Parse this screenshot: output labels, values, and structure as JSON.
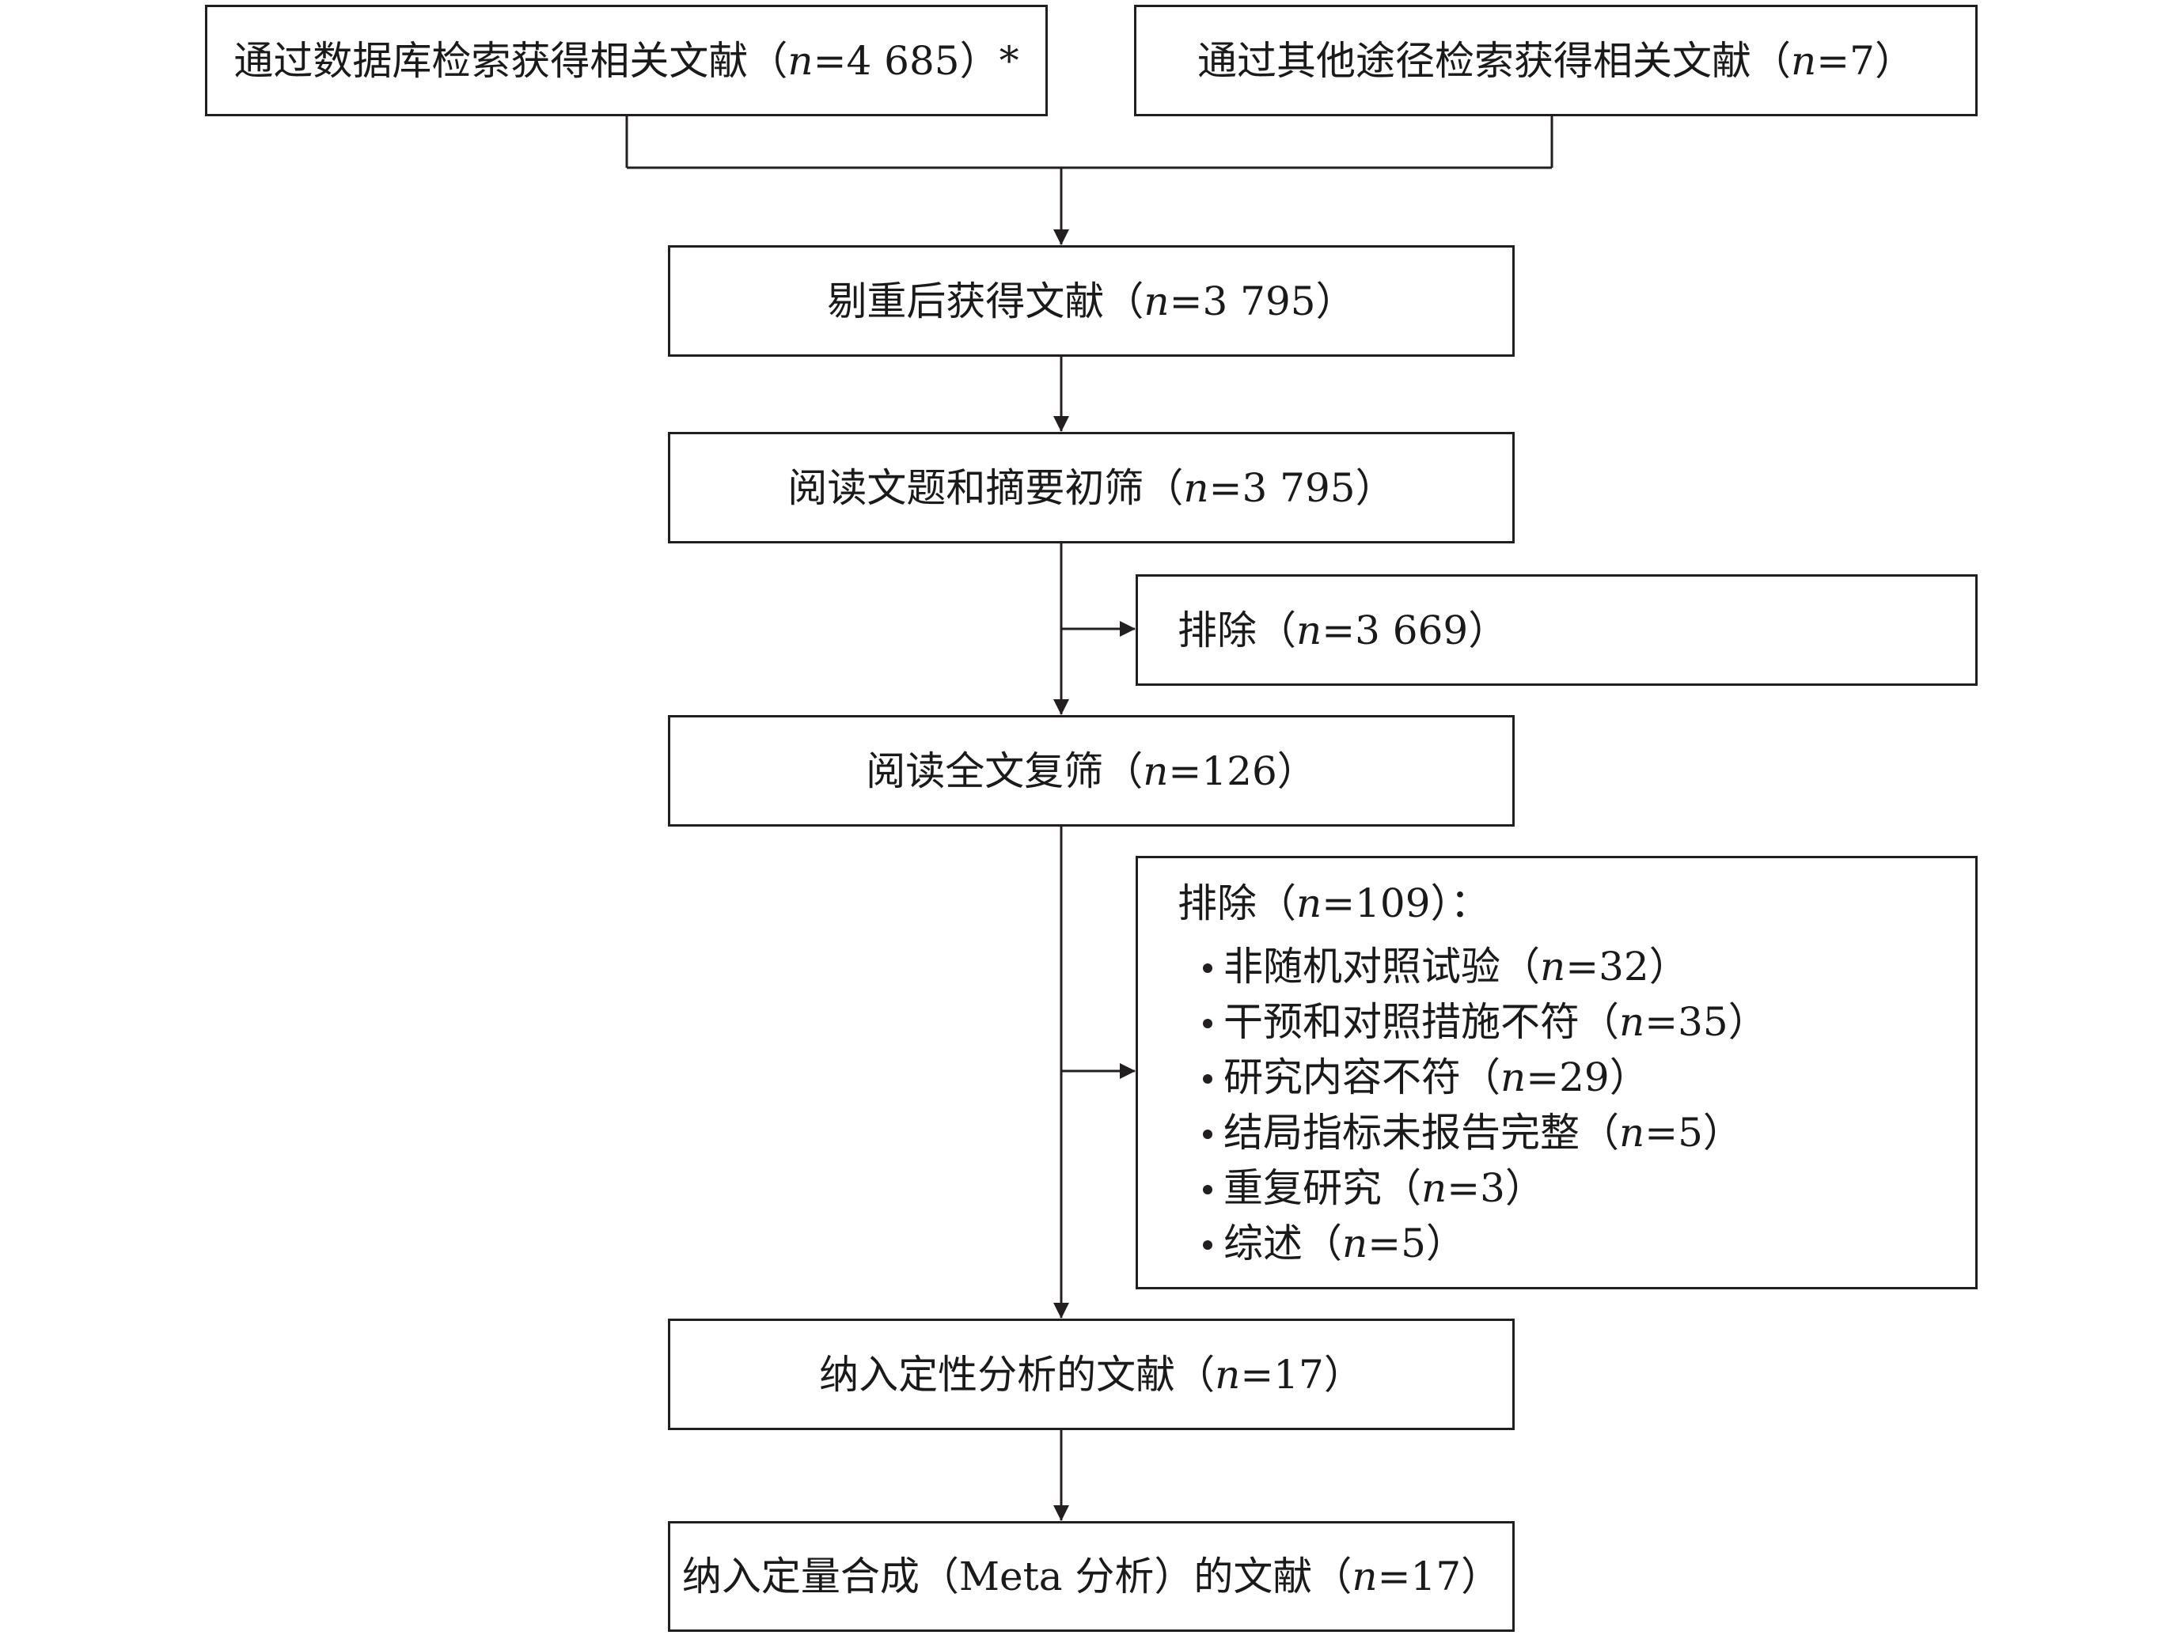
{
  "flow": {
    "db_search": {
      "label": "通过数据库检索获得相关文献（",
      "n": "n",
      "value": "=4 685）*"
    },
    "other_search": {
      "label": "通过其他途径检索获得相关文献（",
      "n": "n",
      "value": "=7）"
    },
    "dedup": {
      "label": "剔重后获得文献（",
      "n": "n",
      "value": "=3 795）"
    },
    "title_screen": {
      "label": "阅读文题和摘要初筛（",
      "n": "n",
      "value": "=3 795）"
    },
    "exclude_1": {
      "label": "排除（",
      "n": "n",
      "value": "=3 669）"
    },
    "fulltext_screen": {
      "label": "阅读全文复筛（",
      "n": "n",
      "value": "=126）"
    },
    "exclude_2": {
      "label": "排除（",
      "n": "n",
      "value": "=109）：",
      "items": [
        {
          "label": "非随机对照试验（",
          "n": "n",
          "value": "=32）"
        },
        {
          "label": "干预和对照措施不符（",
          "n": "n",
          "value": "=35）"
        },
        {
          "label": "研究内容不符（",
          "n": "n",
          "value": "=29）"
        },
        {
          "label": "结局指标未报告完整（",
          "n": "n",
          "value": "=5）"
        },
        {
          "label": "重复研究（",
          "n": "n",
          "value": "=3）"
        },
        {
          "label": "综述（",
          "n": "n",
          "value": "=5）"
        }
      ]
    },
    "qualitative": {
      "label": "纳入定性分析的文献（",
      "n": "n",
      "value": "=17）"
    },
    "quantitative": {
      "label": "纳入定量合成（Meta 分析）的文献（",
      "n": "n",
      "value": "=17）"
    }
  },
  "colors": {
    "line": "#231f20",
    "text": "#1a1a1a",
    "background": "#ffffff"
  }
}
